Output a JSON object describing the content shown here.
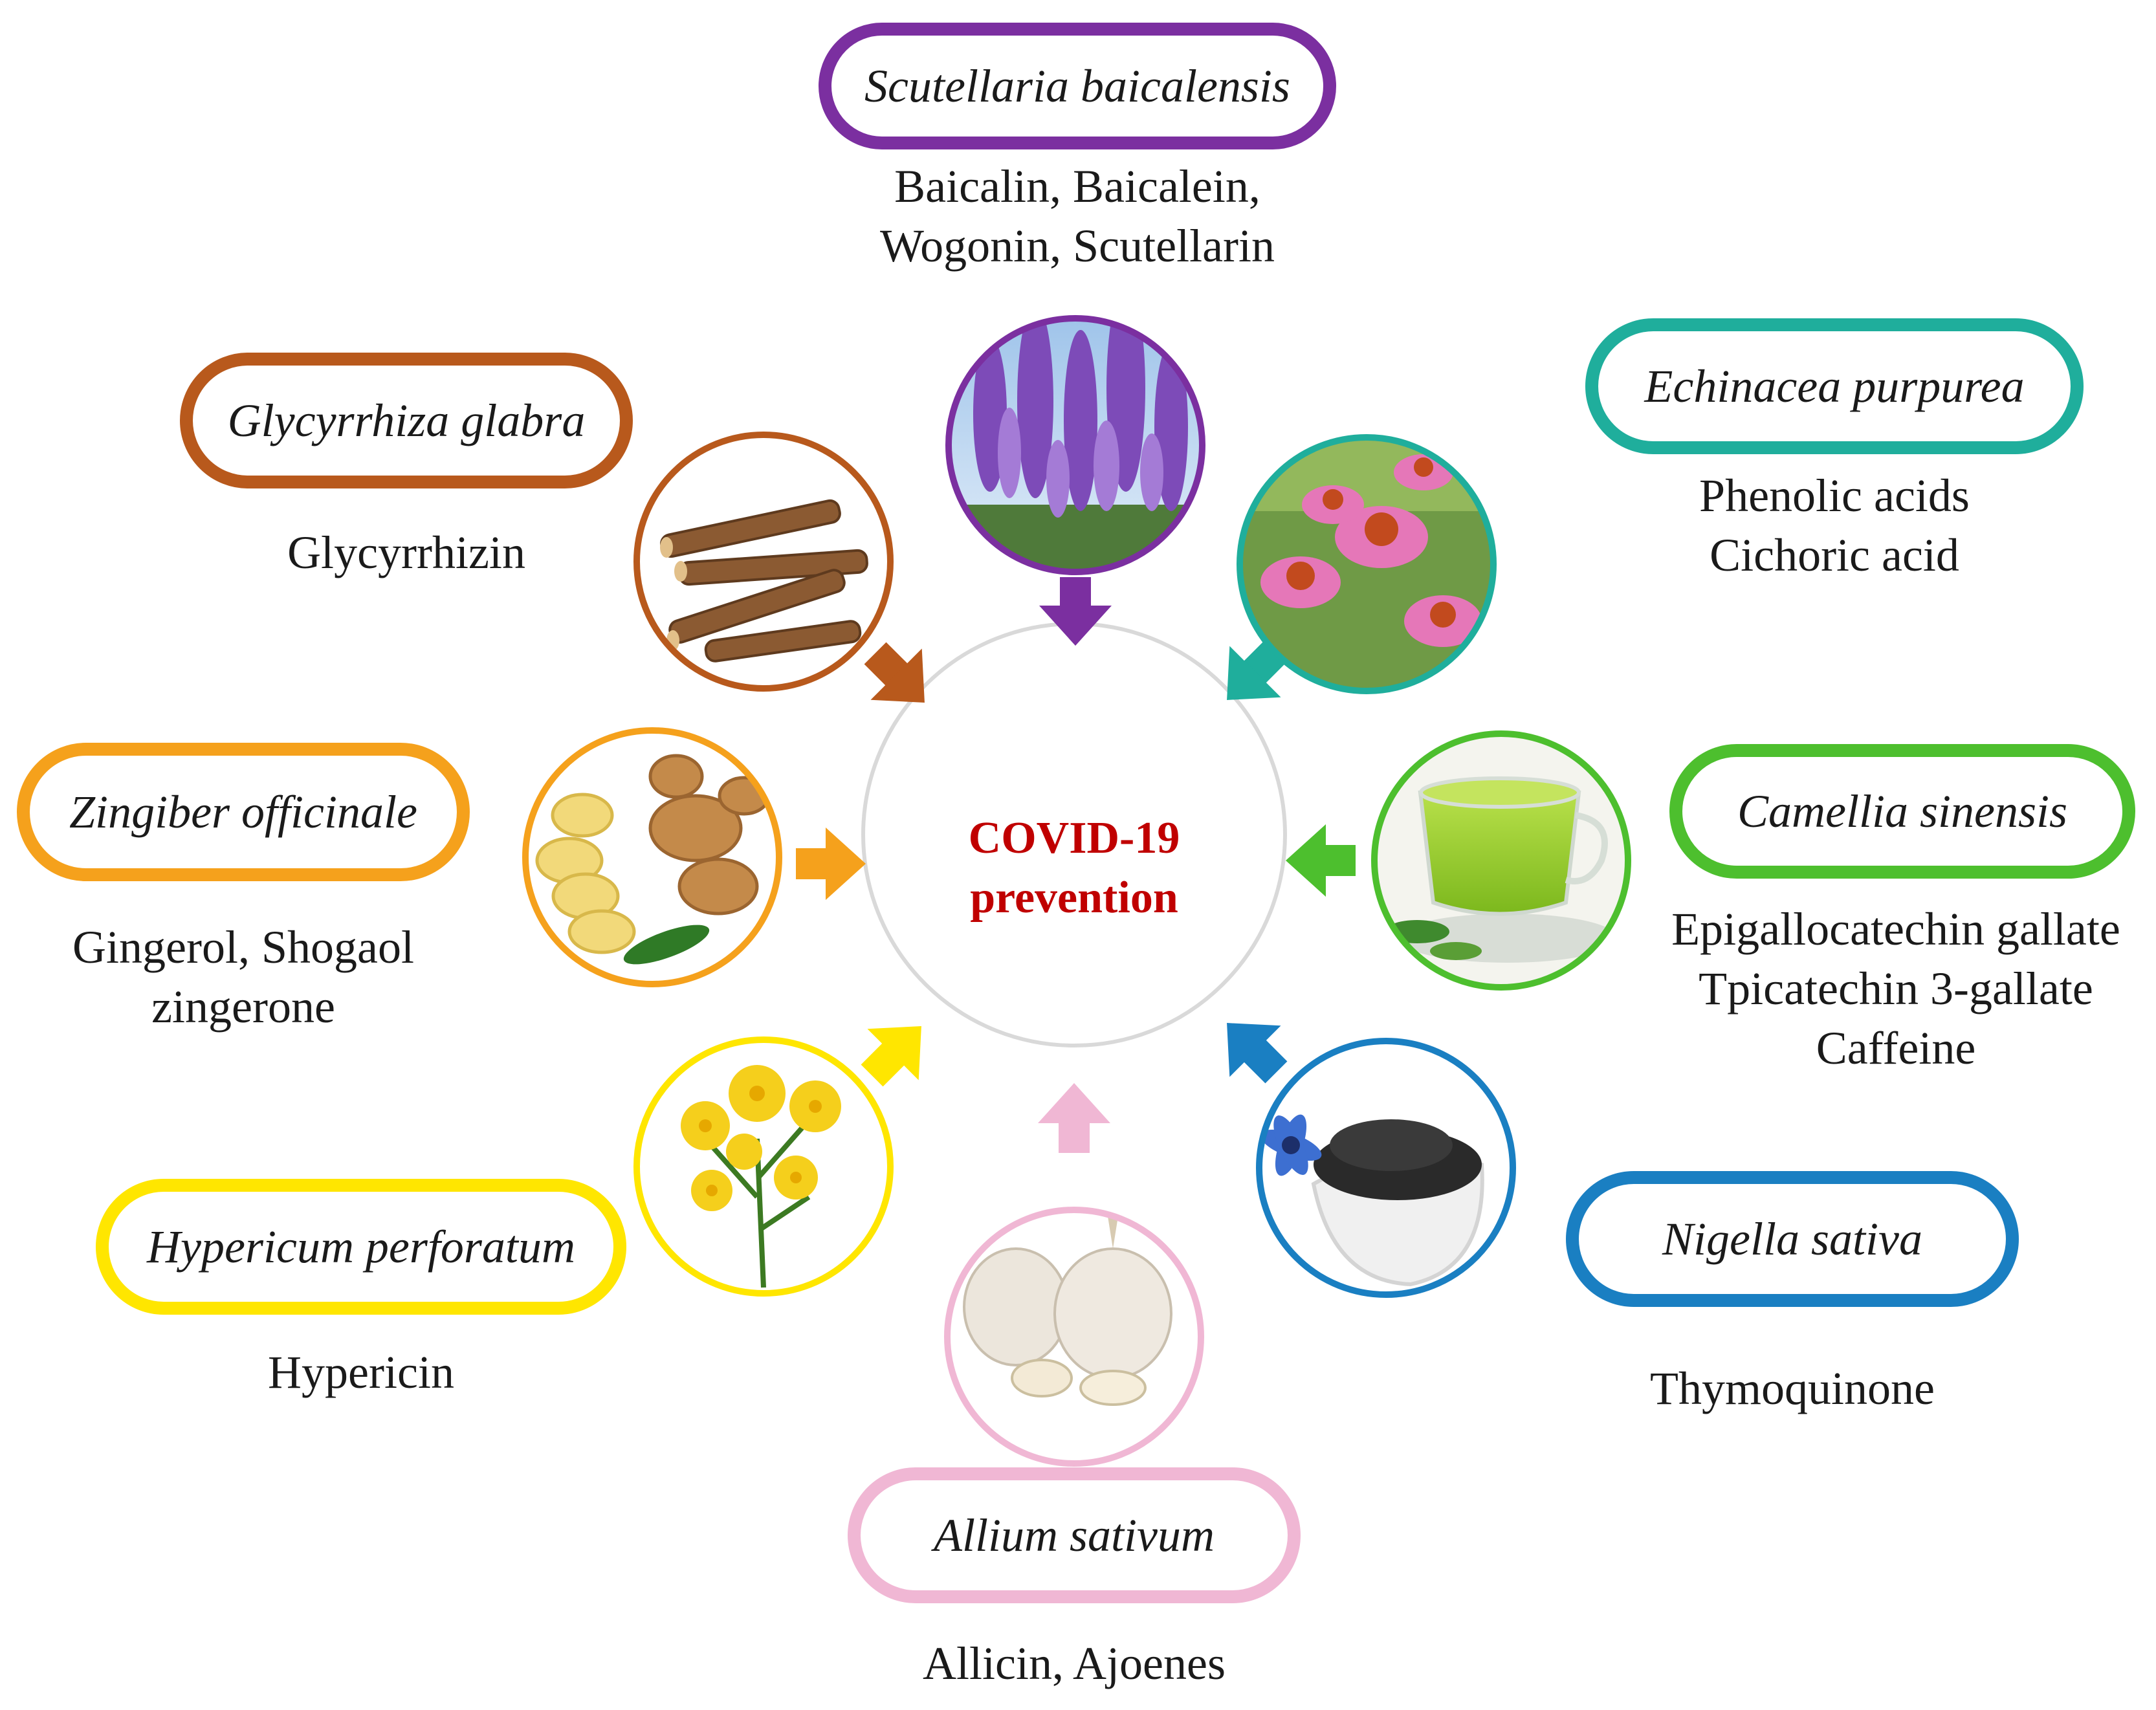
{
  "center": {
    "title_line1": "COVID-19",
    "title_line2": "prevention"
  },
  "plants": [
    {
      "key": "scutellaria",
      "name": "Scutellaria baicalensis",
      "compounds": [
        "Baicalin, Baicalein,",
        "Wogonin, Scutellarin"
      ],
      "color": "#7b2fa0",
      "icon": "skullcap-flower-photo"
    },
    {
      "key": "echinacea",
      "name": "Echinacea purpurea",
      "compounds": [
        "Phenolic acids",
        "Cichoric acid"
      ],
      "color": "#1fae9c",
      "icon": "coneflower-photo"
    },
    {
      "key": "camellia",
      "name": "Camellia sinensis",
      "compounds": [
        "Epigallocatechin gallate",
        "Tpicatechin 3-gallate",
        "Caffeine"
      ],
      "color": "#4dbf2e",
      "icon": "green-tea-cup-photo"
    },
    {
      "key": "nigella",
      "name": "Nigella sativa",
      "compounds": [
        "Thymoquinone"
      ],
      "color": "#1a7fc2",
      "icon": "black-seed-bowl-photo"
    },
    {
      "key": "allium",
      "name": "Allium sativum",
      "compounds": [
        "Allicin, Ajoenes"
      ],
      "color": "#f0b7d4",
      "icon": "garlic-bulbs-photo"
    },
    {
      "key": "hypericum",
      "name": "Hypericum perforatum",
      "compounds": [
        "Hypericin"
      ],
      "color": "#ffe600",
      "icon": "st-johns-wort-photo"
    },
    {
      "key": "zingiber",
      "name": "Zingiber officinale",
      "compounds": [
        "Gingerol, Shogaol",
        "zingerone"
      ],
      "color": "#f5a11c",
      "icon": "ginger-root-photo"
    },
    {
      "key": "glycyrrhiza",
      "name": "Glycyrrhiza glabra",
      "compounds": [
        "Glycyrrhizin"
      ],
      "color": "#b8591c",
      "icon": "licorice-root-photo"
    }
  ]
}
